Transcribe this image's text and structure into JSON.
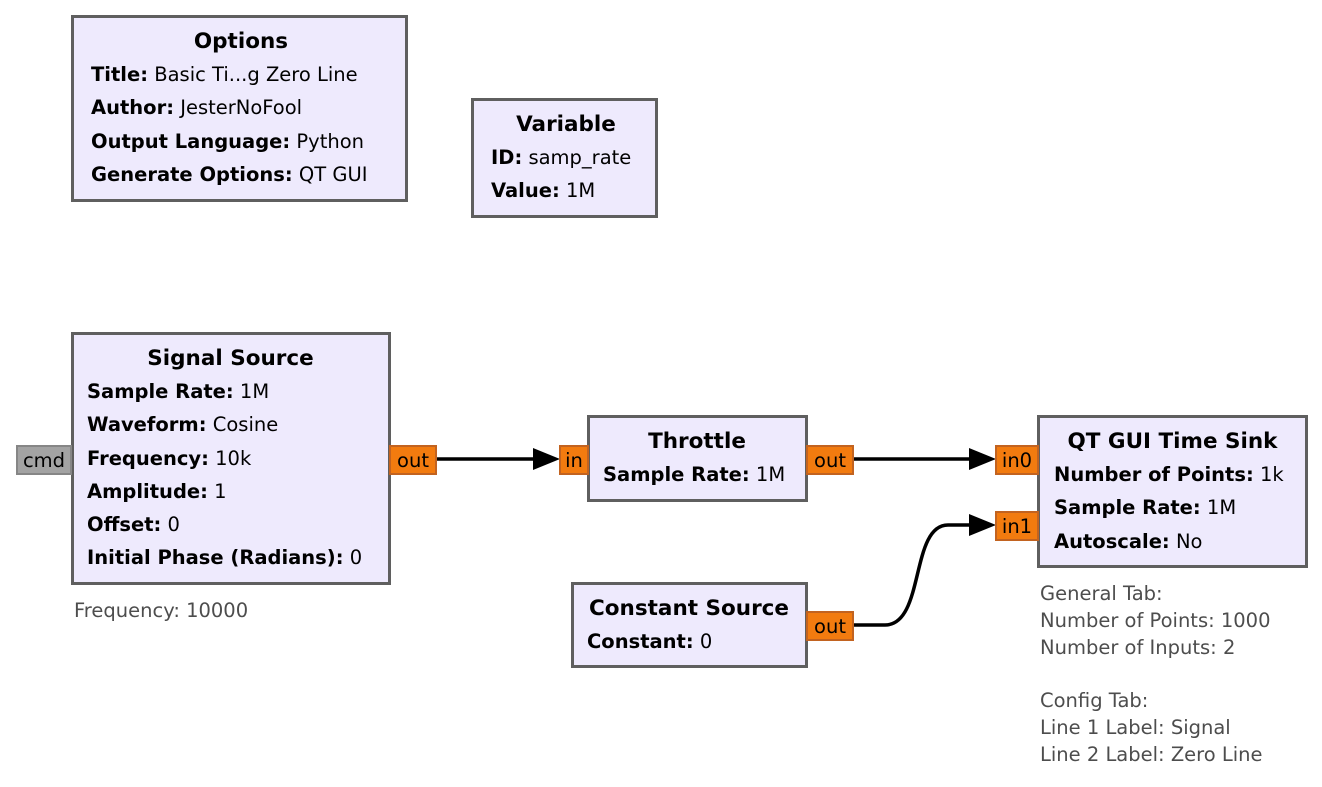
{
  "options": {
    "title": "Options",
    "params": [
      {
        "key": "Title:",
        "value": "Basic Ti...g Zero Line"
      },
      {
        "key": "Author:",
        "value": "JesterNoFool"
      },
      {
        "key": "Output Language:",
        "value": "Python"
      },
      {
        "key": "Generate Options:",
        "value": "QT GUI"
      }
    ]
  },
  "variable": {
    "title": "Variable",
    "params": [
      {
        "key": "ID:",
        "value": "samp_rate"
      },
      {
        "key": "Value:",
        "value": "1M"
      }
    ]
  },
  "signal_source": {
    "title": "Signal Source",
    "params": [
      {
        "key": "Sample Rate:",
        "value": "1M"
      },
      {
        "key": "Waveform:",
        "value": "Cosine"
      },
      {
        "key": "Frequency:",
        "value": "10k"
      },
      {
        "key": "Amplitude:",
        "value": "1"
      },
      {
        "key": "Offset:",
        "value": "0"
      },
      {
        "key": "Initial Phase (Radians):",
        "value": "0"
      }
    ],
    "ports": {
      "cmd": "cmd",
      "out": "out"
    },
    "note": [
      "Frequency: 10000"
    ]
  },
  "throttle": {
    "title": "Throttle",
    "params": [
      {
        "key": "Sample Rate:",
        "value": "1M"
      }
    ],
    "ports": {
      "in": "in",
      "out": "out"
    }
  },
  "constant_source": {
    "title": "Constant Source",
    "params": [
      {
        "key": "Constant:",
        "value": "0"
      }
    ],
    "ports": {
      "out": "out"
    }
  },
  "time_sink": {
    "title": "QT GUI Time Sink",
    "params": [
      {
        "key": "Number of Points:",
        "value": "1k"
      },
      {
        "key": "Sample Rate:",
        "value": "1M"
      },
      {
        "key": "Autoscale:",
        "value": "No"
      }
    ],
    "ports": {
      "in0": "in0",
      "in1": "in1"
    },
    "note": [
      "General Tab:",
      "Number of Points: 1000",
      "Number of Inputs: 2",
      "",
      "Config Tab:",
      "Line 1 Label: Signal",
      "Line 2 Label: Zero Line"
    ]
  },
  "colors": {
    "block_fill": "#eeeafd",
    "block_border": "#5f5f5f",
    "port_fill": "#f27b0f",
    "message_port_fill": "#a3a3a3",
    "connection": "#000000",
    "note_text": "#4d4d4d"
  }
}
